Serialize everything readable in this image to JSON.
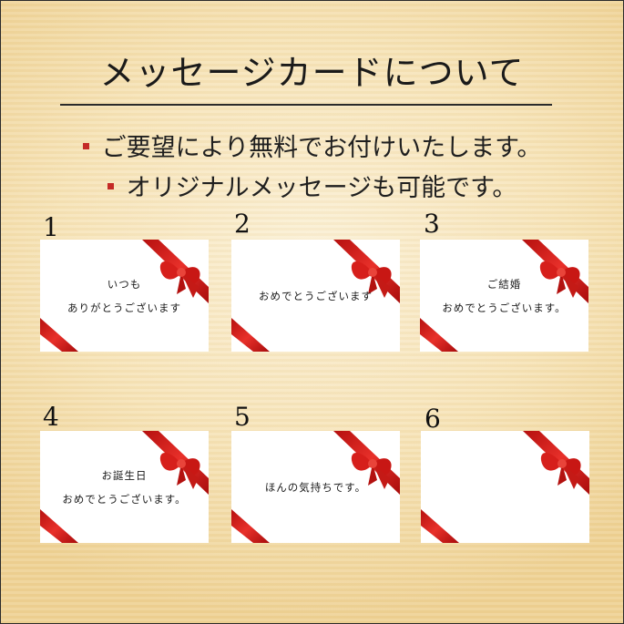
{
  "header": {
    "title": "メッセージカードについて"
  },
  "bullets": [
    "ご要望により無料でお付けいたします。",
    "オリジナルメッセージも可能です。"
  ],
  "colors": {
    "bullet_red": "#c42a26",
    "ribbon_red": "#d91c1c",
    "background_gold": "#f3dca6"
  },
  "cards": [
    {
      "number": "1",
      "lines": [
        "いつも",
        "ありがとうございます"
      ]
    },
    {
      "number": "2",
      "lines": [
        "おめでとうございます"
      ]
    },
    {
      "number": "3",
      "lines": [
        "ご結婚",
        "おめでとうございます。"
      ]
    },
    {
      "number": "4",
      "lines": [
        "お誕生日",
        "おめでとうございます。"
      ]
    },
    {
      "number": "5",
      "lines": [
        "ほんの気持ちです。"
      ]
    },
    {
      "number": "6",
      "lines": []
    }
  ],
  "icons": {
    "ribbon": "red-ribbon-bow-icon"
  }
}
